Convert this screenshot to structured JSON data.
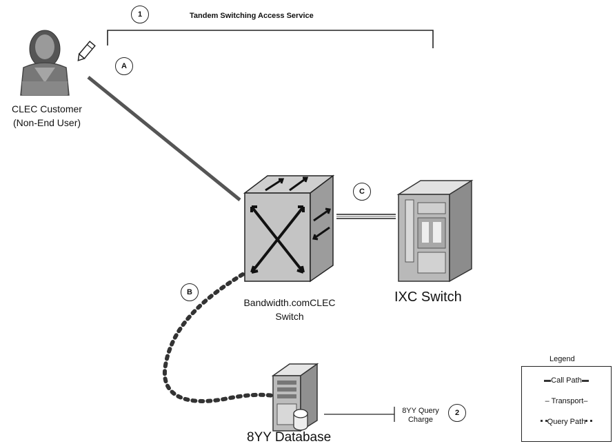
{
  "title": "Tandem Switching Access Service",
  "markers": {
    "m1": "1",
    "m2": "2",
    "mA": "A",
    "mB": "B",
    "mC": "C"
  },
  "nodes": {
    "customer": {
      "line1": "CLEC Customer",
      "line2": "(Non-End User)"
    },
    "clec_switch": {
      "line1": "Bandwidth.comCLEC",
      "line2": "Switch"
    },
    "ixc_switch": {
      "label": "IXC Switch"
    },
    "database": {
      "label": "8YY Database"
    }
  },
  "charge": {
    "line1": "8YY Query",
    "line2": "Charge"
  },
  "legend": {
    "title": "Legend",
    "items": [
      "Call Path",
      "Transport",
      "Query Path"
    ]
  }
}
